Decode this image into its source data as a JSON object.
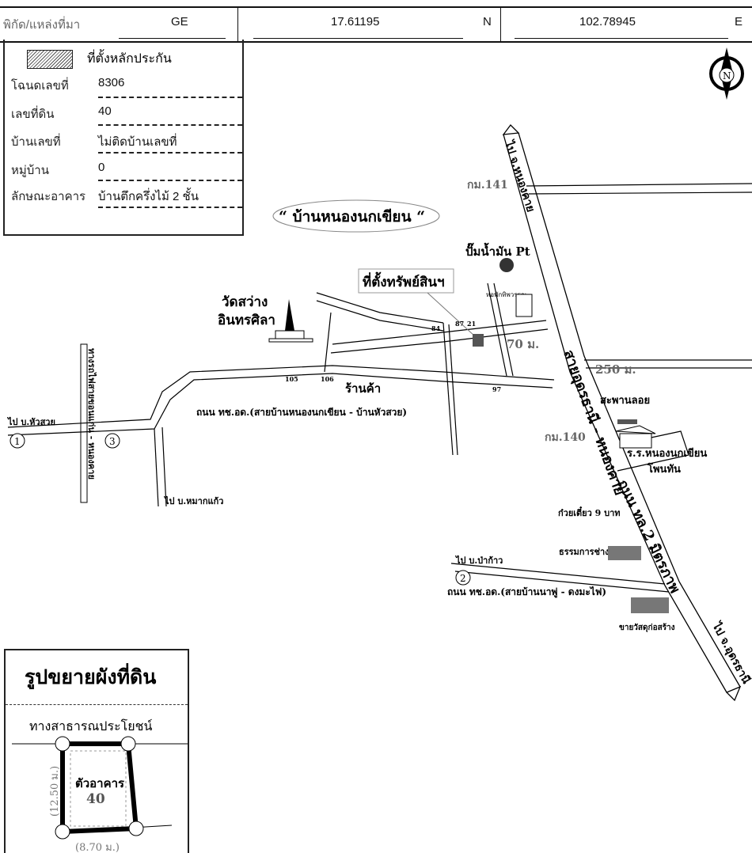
{
  "header": {
    "coord_label": "พิกัด/แหล่งที่มา",
    "source": "GE",
    "latitude": "17.61195",
    "lat_unit": "N",
    "longitude": "102.78945",
    "lon_unit": "E"
  },
  "legend": {
    "collateral_label": "ที่ตั้งหลักประกัน",
    "rows": [
      {
        "label": "โฉนดเลขที่",
        "value": "8306"
      },
      {
        "label": "เลขที่ดิน",
        "value": "40"
      },
      {
        "label": "บ้านเลขที่",
        "value": "ไม่ติดบ้านเลขที่"
      },
      {
        "label": "หมู่บ้าน",
        "value": "0"
      },
      {
        "label": "ลักษณะอาคาร",
        "value": "บ้านตึกครึ่งไม้ 2 ชั้น"
      }
    ]
  },
  "map": {
    "compass": "N",
    "village_title": "“ บ้านหนองนกเขียน “",
    "gas_station": "ปั๊มน้ำมัน Pt",
    "property_label": "ที่ตั้งทรัพย์สินฯ",
    "temple": [
      "วัดสว่าง",
      "อินทรศิลา"
    ],
    "dorm": "หอพักทิพวรรณ",
    "shop": "ร้านค้า",
    "house_numbers": [
      "87",
      "21",
      "84",
      "105",
      "106",
      "97"
    ],
    "dist_70": "70 ม.",
    "dist_250": "250 ม.",
    "km141": "กม.141",
    "km140": "กม.140",
    "floating_bridge": "สะพานลอย",
    "school": [
      "ร.ร.หนองนกเขียน",
      "โพนทัน"
    ],
    "noodle": "ก๋วยเตี๋ยว 9 บาท",
    "shop2": "ธรรมการช่าง",
    "materials": "ขายวัสดุก่อสร้าง",
    "to_nongkhai": "ไป จ.หนองคาย",
    "to_udon": "ไป จ.อุดรธานี",
    "highway_a": "สายอุดรธานี - หนองคาย",
    "highway_b": "ถนน ทล.2 มิตรภาพ",
    "road1": "ถนน ทช.อด.(สายบ้านหนองนกเขียน - บ้านหัวสวย)",
    "road2": "ถนน ทช.อด.(สายบ้านนาพู่ - ดงมะไฟ)",
    "to_huasuay": "ไป บ.หัวสวย",
    "to_makkaew": "ไป บ.หมากแก้ว",
    "to_pakao": "ไป บ.ป่าก้าว",
    "railway": "ทางรถไฟสายขอนแก่น - หนองคาย",
    "markers": [
      "1",
      "2",
      "3"
    ]
  },
  "inset": {
    "title": "รูปขยายผังที่ดิน",
    "road": "ทางสาธารณประโยชน์",
    "building": "ตัวอาคาร",
    "number": "40",
    "side": "(12.50 ม.)",
    "bottom": "(8.70 ม.)"
  }
}
